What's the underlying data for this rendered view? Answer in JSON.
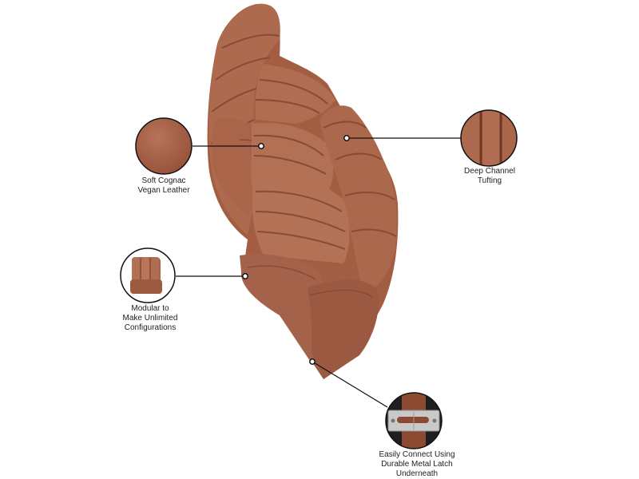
{
  "colors": {
    "leather": "#a9644a",
    "leather_dark": "#8f4f38",
    "leather_light": "#bb7659",
    "line": "#111111",
    "metal": "#c9c9c9",
    "background": "#ffffff"
  },
  "callouts": [
    {
      "id": "cognac",
      "lines": [
        "Soft Cognac",
        "Vegan Leather"
      ]
    },
    {
      "id": "tufting",
      "lines": [
        "Deep Channel",
        "Tufting"
      ]
    },
    {
      "id": "modular",
      "lines": [
        "Modular to",
        "Make Unlimited",
        "Configurations"
      ]
    },
    {
      "id": "latch",
      "lines": [
        "Easily Connect Using",
        "Durable Metal Latch",
        "Underneath"
      ]
    }
  ],
  "icons": [
    "leather-swatch-icon",
    "channel-tufting-icon",
    "modular-chair-icon",
    "metal-latch-icon"
  ]
}
